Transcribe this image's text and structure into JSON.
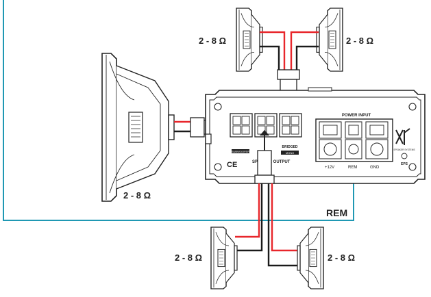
{
  "labels": {
    "impedance_top_left": "2 - 8 Ω",
    "impedance_top_right": "2 - 8 Ω",
    "impedance_sub": "2 - 8 Ω",
    "impedance_bottom_left": "2 - 8 Ω",
    "impedance_bottom_right": "2 - 8 Ω",
    "rem": "REM"
  },
  "amplifier": {
    "power_input": "POWER INPUT",
    "speaker_output": "SPEAKER OUTPUT",
    "subwoofer": "SUBWOOFER",
    "bridged": "BRIDGED",
    "bridged_sub": "MONO",
    "plus12v": "+12V",
    "rem": "REM",
    "gnd": "GND",
    "ce_mark": "CE",
    "brand_sub": "SPEAKER SYSTEMS",
    "model": "EPS"
  },
  "colors": {
    "wire_positive": "#e8262b",
    "wire_negative": "#1a1a1a",
    "remote_wire": "#1f98b3",
    "outline": "#222222"
  }
}
